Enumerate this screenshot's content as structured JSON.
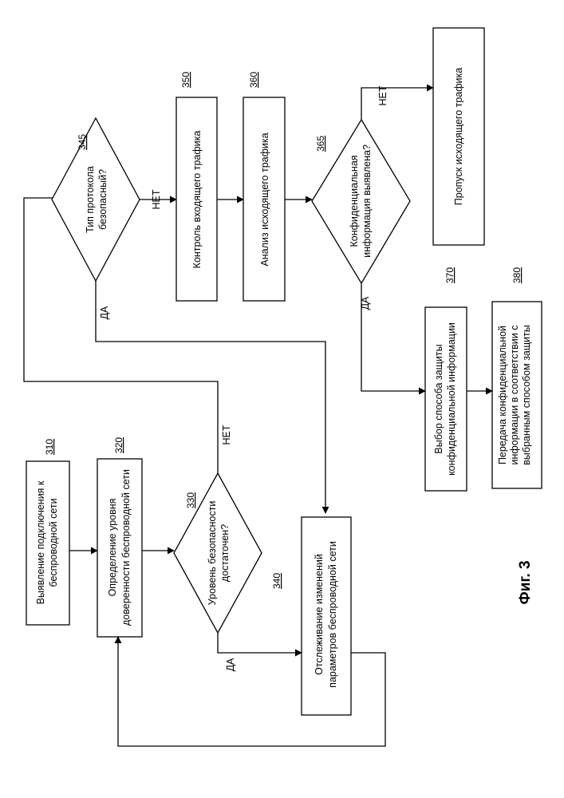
{
  "figure_label": "Фиг. 3",
  "steps": {
    "s310": {
      "ref": "310",
      "line1": "Выявление подключения к",
      "line2": "беспроводной сети"
    },
    "s320": {
      "ref": "320",
      "line1": "Определение уровня",
      "line2": "доверенности беспроводной сети"
    },
    "s330": {
      "ref": "330",
      "line1": "Уровень безопасности",
      "line2": "достаточен?"
    },
    "s340": {
      "ref": "340",
      "line1": "Отслеживание изменений",
      "line2": "параметров беспроводной сети"
    },
    "s345": {
      "ref": "345",
      "line1": "Тип протокола",
      "line2": "безопасный?"
    },
    "s350": {
      "ref": "350",
      "line1": "Контроль входящего трафика"
    },
    "s360": {
      "ref": "360",
      "line1": "Анализ исходящего трафика"
    },
    "s365": {
      "ref": "365",
      "line1": "Конфиденциальная",
      "line2": "информация выявлена?"
    },
    "s370": {
      "ref": "370",
      "line1": "Выбор способа защиты",
      "line2": "конфиденциальной информации"
    },
    "s380": {
      "ref": "380",
      "line1": "Передача конфиденциальной",
      "line2": "информации в соответствии с",
      "line3": "выбранным способом защиты"
    },
    "skip": {
      "line1": "Пропуск исходящего трафика"
    }
  },
  "edge_labels": {
    "yes": "ДА",
    "no": "НЕТ"
  }
}
